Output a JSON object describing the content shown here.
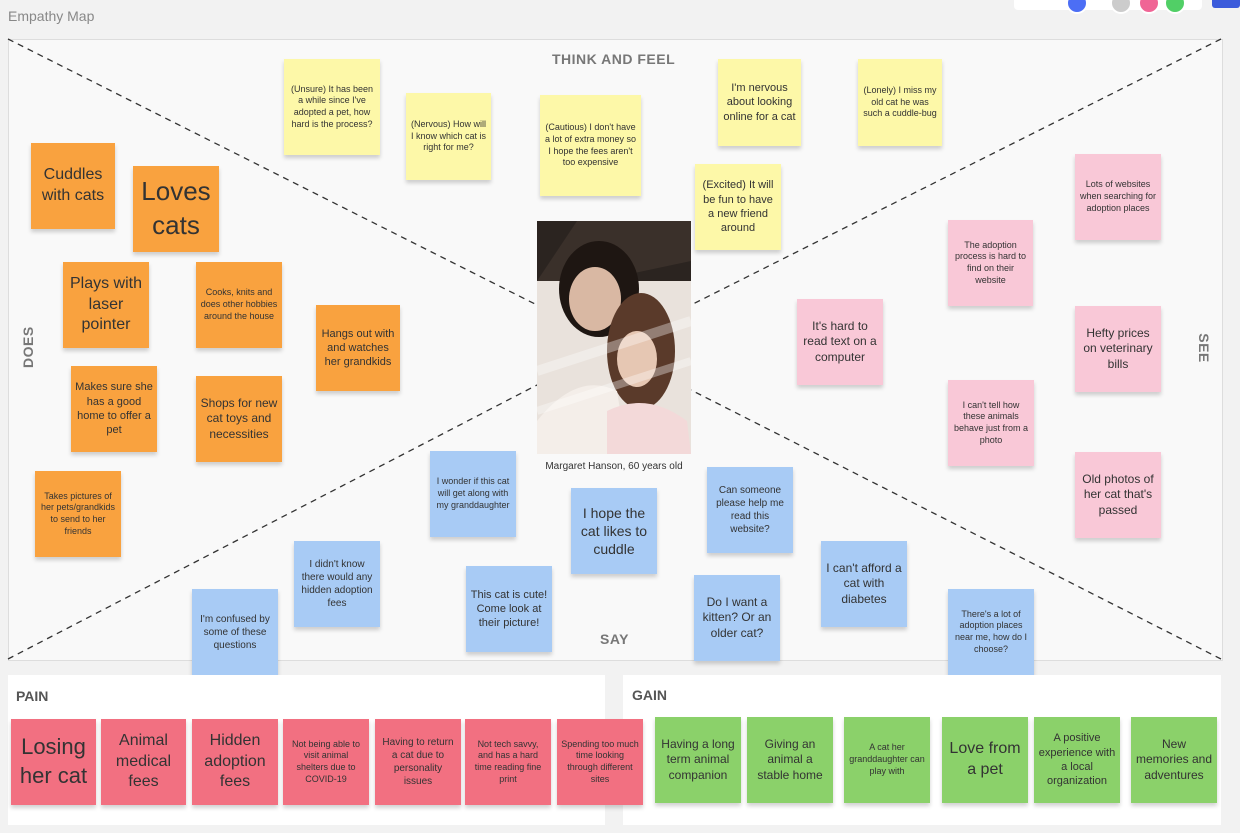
{
  "app": {
    "title": "Empathy Map"
  },
  "quadrants": {
    "think_feel": "THINK AND FEEL",
    "does": "DOES",
    "see": "SEE",
    "say": "SAY"
  },
  "panels": {
    "pain": "PAIN",
    "gain": "GAIN"
  },
  "persona": {
    "caption": "Margaret Hanson, 60 years old"
  },
  "colors": {
    "yellow": "#fdf8a8",
    "orange": "#f9a23f",
    "pink": "#f9c8d7",
    "blue": "#a8cbf5",
    "red": "#f27081",
    "green": "#8bd16a"
  },
  "notes": {
    "think": [
      "(Unsure) It has been a while since I've adopted a pet, how hard is the process?",
      "(Nervous) How will I know which cat is right for me?",
      "(Cautious) I don't have a lot of extra money so I hope the fees aren't too expensive",
      "I'm nervous about looking online for a cat",
      "(Lonely) I miss my old cat he was such a cuddle-bug",
      "(Excited) It will be fun to have a new friend around"
    ],
    "does": [
      "Cuddles with cats",
      "Loves cats",
      "Plays with laser pointer",
      "Cooks, knits and does other hobbies around the house",
      "Hangs out with and watches her grandkids",
      "Makes sure she has a good home to offer a pet",
      "Shops for new cat toys and necessities",
      "Takes pictures of her pets/grandkids to send to her friends"
    ],
    "see": [
      "Lots of websites when searching for adoption places",
      "The adoption process is hard to find on their website",
      "It's hard to read text on a computer",
      "Hefty prices on veterinary bills",
      "I can't tell how these animals behave just from a photo",
      "Old photos of her cat that's passed"
    ],
    "say": [
      "I wonder if this cat will get along with my granddaughter",
      "I hope the cat likes to cuddle",
      "Can someone please help me read this website?",
      "I didn't know there would any hidden adoption fees",
      "I can't afford a cat with diabetes",
      "This cat is cute! Come look at their picture!",
      "Do I want a kitten? Or an older cat?",
      "I'm confused by some of these questions",
      "There's a lot of adoption places near me, how do I choose?"
    ],
    "pain": [
      "Losing her cat",
      "Animal medical fees",
      "Hidden adoption fees",
      "Not being able to visit animal shelters due to COVID-19",
      "Having to return a cat due to personality issues",
      "Not tech savvy, and has a hard time reading fine print",
      "Spending too much time looking through different sites"
    ],
    "gain": [
      "Having a long term animal companion",
      "Giving an animal a stable home",
      "A cat her granddaughter can play with",
      "Love from a pet",
      "A positive experience with a local organization",
      "New memories and adventures"
    ]
  }
}
